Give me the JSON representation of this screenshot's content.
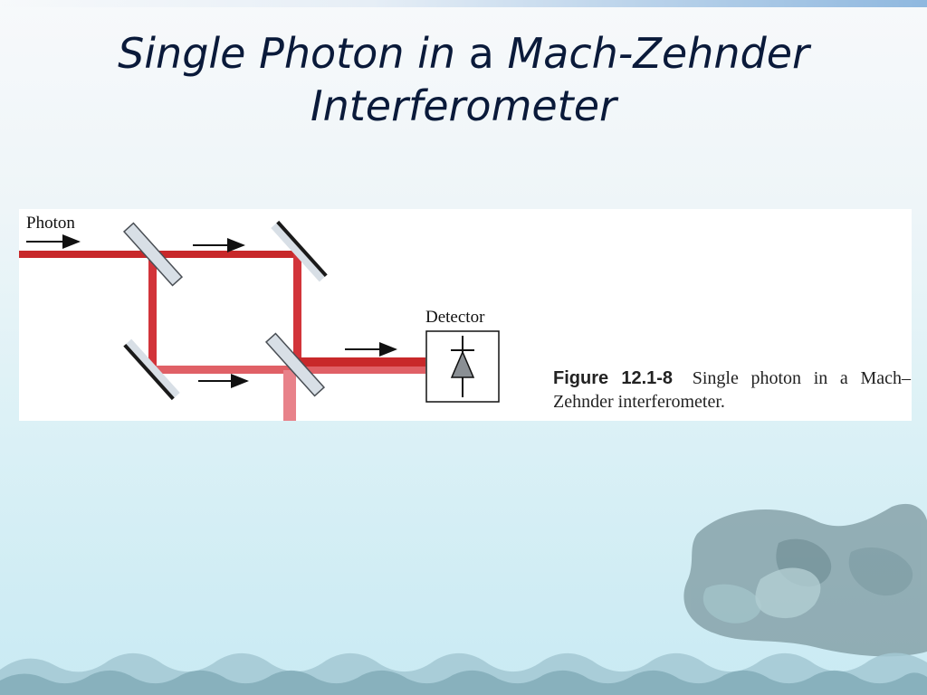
{
  "title": {
    "part1": "Single Photon in",
    "part2": " a ",
    "part3": "Mach-Zehnder",
    "line2": "Interferometer"
  },
  "figure": {
    "photon_label": "Photon",
    "detector_label": "Detector",
    "caption_number": "Figure 12.1-8",
    "caption_text": "Single photon in a Mach–Zehnder interferometer."
  },
  "colors": {
    "beam": "#c8282a",
    "beam_light": "#e06066",
    "mirror_coating": "#1a1a1a",
    "splitter_fill": "#d8dfe6",
    "title_text": "#0a1a3a"
  },
  "decor": {
    "background_art": [
      "dragon-illustration",
      "wave-pattern"
    ]
  }
}
